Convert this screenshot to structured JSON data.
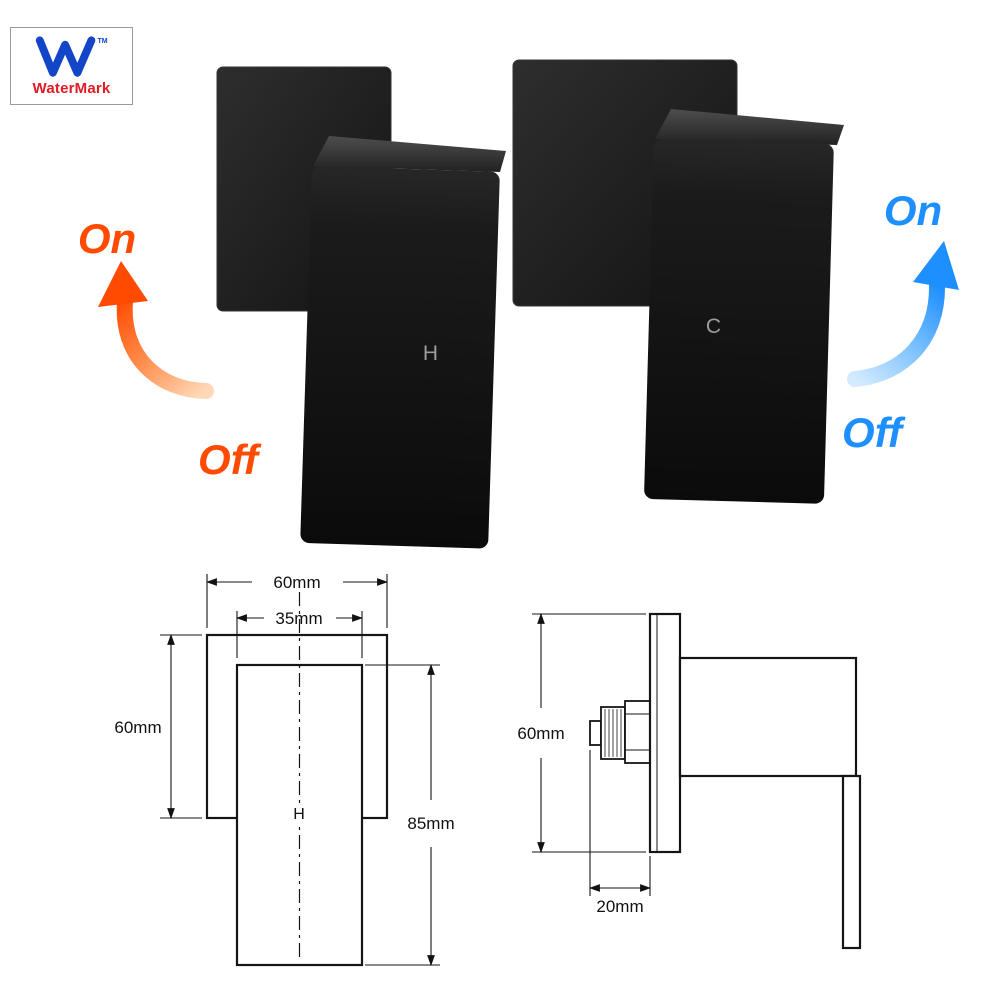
{
  "certification": {
    "brand": "WaterMark",
    "trademark": "TM",
    "logo_color": "#1245c8",
    "brand_color": "#e01b24"
  },
  "handles": {
    "hot_label": "H",
    "cold_label": "C",
    "body_color": "#161616"
  },
  "hot_control": {
    "on_label": "On",
    "off_label": "Off",
    "color": "#ff4a00"
  },
  "cold_control": {
    "on_label": "On",
    "off_label": "Off",
    "color": "#1e8fff"
  },
  "front_view": {
    "plate_width": "60mm",
    "handle_width": "35mm",
    "plate_height": "60mm",
    "handle_height": "85mm",
    "handle_label": "H"
  },
  "side_view": {
    "plate_height": "60mm",
    "cartridge_depth": "20mm"
  }
}
